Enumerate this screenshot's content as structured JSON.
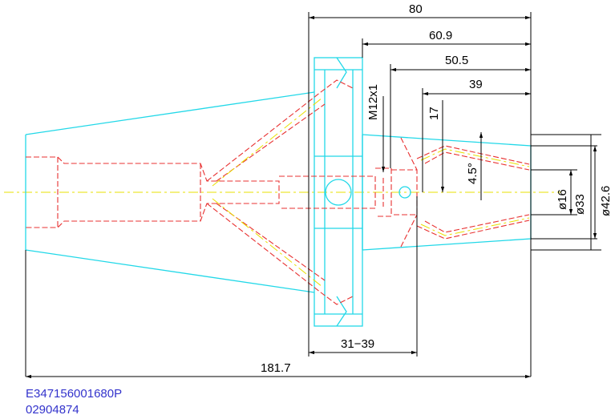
{
  "dimensions": {
    "overall_80": "80",
    "flange_60_9": "60.9",
    "depth_50_5": "50.5",
    "depth_39": "39",
    "depth_17": "17",
    "thread": "M12x1",
    "angle": "4.5°",
    "dia_16": "ø16",
    "dia_33": "ø33",
    "dia_42_6": "ø42.6",
    "clamp_range": "31−39",
    "total_length": "181.7"
  },
  "part": {
    "code": "E347156001680P",
    "number": "02904874"
  },
  "colors": {
    "outline": "#22d8e8",
    "hidden": "#e83030",
    "center": "#e8e000",
    "dimension": "#000000",
    "part_code": "#3333cc"
  }
}
